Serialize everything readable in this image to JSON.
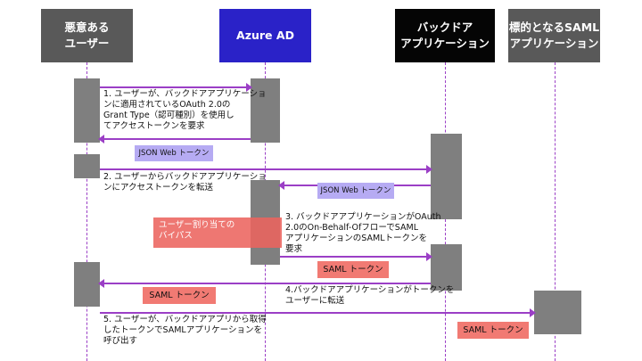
{
  "participants": {
    "malicious_user": "悪意ある\nユーザー",
    "azure_ad": "Azure AD",
    "backdoor_app": "バックドア\nアプリケーション",
    "target_saml_app": "標的となるSAML\nアプリケーション"
  },
  "steps": {
    "step1": "1. ユーザーが、バックドアアプリケーショ\nンに適用されているOAuth 2.0の\nGrant Type（認可種別）を使用し\nてアクセストークンを要求",
    "step2": "2. ユーザーからバックドアアプリケーショ\nンにアクセストークンを転送",
    "step3": "3. バックドアアプリケーションがOAuth\n2.0のOn-Behalf-OfフローでSAML\nアプリケーションのSAMLトークンを\n要求",
    "step4": "4.バックドアアプリケーションがトークンを\nユーザーに転送",
    "step5": "5. ユーザーが、バックドアアプリから取得\nしたトークンでSAMLアプリケーションを\n呼び出す"
  },
  "tokens": {
    "jwt_1": "JSON Web トークン",
    "jwt_2": "JSON Web トークン",
    "saml_1": "SAML トークン",
    "saml_2": "SAML トークン",
    "saml_3": "SAML トークン"
  },
  "bypass_label": "ユーザー割り当ての\nバイパス",
  "colors": {
    "header_gray": "#595959",
    "azure_blue": "#2a22c8",
    "backdoor_black": "#050505",
    "lifeline_purple": "#9b3fc6",
    "activation_gray": "#7f7f7f",
    "jwt_fill": "#b6abf3",
    "saml_fill": "#f17a73",
    "bypass_fill": "#ec645f"
  }
}
